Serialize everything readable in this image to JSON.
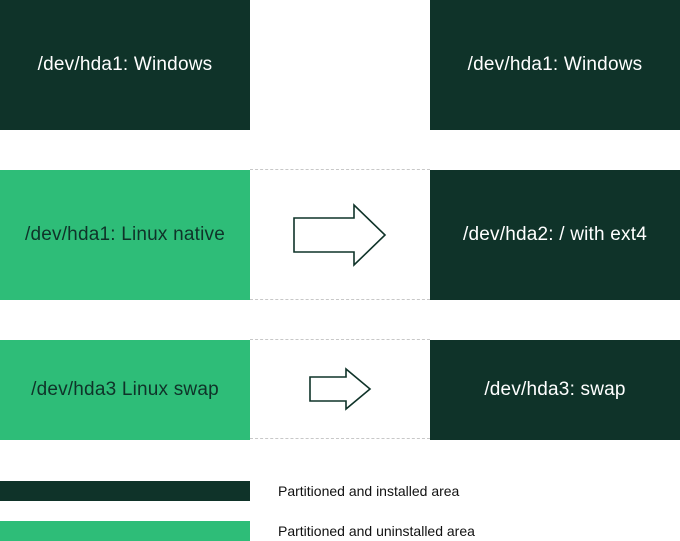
{
  "colors": {
    "installed": "#0f3329",
    "uninstalled": "#2ebd78",
    "connector": "#c8c8c8"
  },
  "before": {
    "row1": "/dev/hda1: Windows",
    "row2": "/dev/hda1: Linux native",
    "row3": "/dev/hda3 Linux swap"
  },
  "after": {
    "row1": "/dev/hda1: Windows",
    "row2": "/dev/hda2:  / with ext4",
    "row3": "/dev/hda3: swap"
  },
  "legend": {
    "installed_label": "Partitioned and installed area",
    "uninstalled_label": "Partitioned and uninstalled area"
  }
}
